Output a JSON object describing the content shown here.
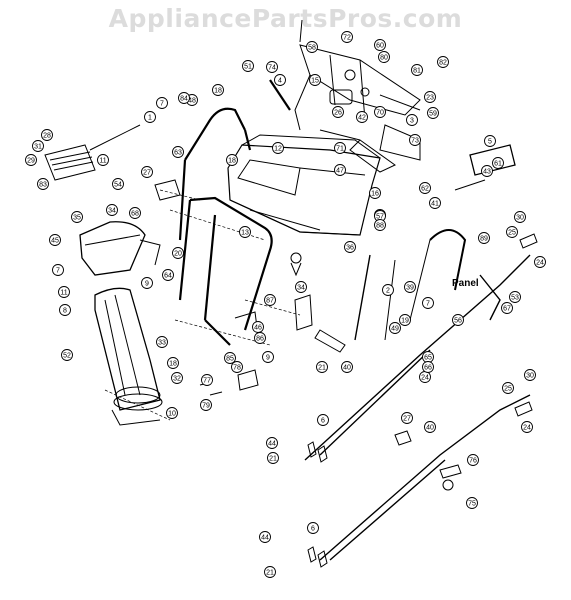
{
  "header": {
    "watermark": "AppliancePartsPros.com"
  },
  "diagram": {
    "panel_label": "Panel",
    "callouts": [
      {
        "id": "c1",
        "label": "1"
      },
      {
        "id": "c2",
        "label": "2"
      },
      {
        "id": "c3",
        "label": "3"
      },
      {
        "id": "c4",
        "label": "4"
      },
      {
        "id": "c5",
        "label": "5"
      },
      {
        "id": "c6",
        "label": "6"
      },
      {
        "id": "c6b",
        "label": "6"
      },
      {
        "id": "c7",
        "label": "7"
      },
      {
        "id": "c7b",
        "label": "7"
      },
      {
        "id": "c7c",
        "label": "7"
      },
      {
        "id": "c8",
        "label": "8"
      },
      {
        "id": "c9",
        "label": "9"
      },
      {
        "id": "c9b",
        "label": "9"
      },
      {
        "id": "c10",
        "label": "10"
      },
      {
        "id": "c11",
        "label": "11"
      },
      {
        "id": "c11b",
        "label": "11"
      },
      {
        "id": "c12",
        "label": "12"
      },
      {
        "id": "c13",
        "label": "13"
      },
      {
        "id": "c15",
        "label": "15"
      },
      {
        "id": "c16",
        "label": "16"
      },
      {
        "id": "c18",
        "label": "18"
      },
      {
        "id": "c18b",
        "label": "18"
      },
      {
        "id": "c18c",
        "label": "18"
      },
      {
        "id": "c19",
        "label": "19"
      },
      {
        "id": "c20",
        "label": "20"
      },
      {
        "id": "c21",
        "label": "21"
      },
      {
        "id": "c21b",
        "label": "21"
      },
      {
        "id": "c21c",
        "label": "21"
      },
      {
        "id": "c23",
        "label": "23"
      },
      {
        "id": "c24",
        "label": "24"
      },
      {
        "id": "c24b",
        "label": "24"
      },
      {
        "id": "c24c",
        "label": "24"
      },
      {
        "id": "c25",
        "label": "25"
      },
      {
        "id": "c25b",
        "label": "25"
      },
      {
        "id": "c26",
        "label": "26"
      },
      {
        "id": "c27",
        "label": "27"
      },
      {
        "id": "c27b",
        "label": "27"
      },
      {
        "id": "c28",
        "label": "28"
      },
      {
        "id": "c29",
        "label": "29"
      },
      {
        "id": "c30",
        "label": "30"
      },
      {
        "id": "c30b",
        "label": "30"
      },
      {
        "id": "c31",
        "label": "31"
      },
      {
        "id": "c32",
        "label": "32"
      },
      {
        "id": "c33",
        "label": "33"
      },
      {
        "id": "c34",
        "label": "34"
      },
      {
        "id": "c34b",
        "label": "34"
      },
      {
        "id": "c35",
        "label": "35"
      },
      {
        "id": "c36",
        "label": "36"
      },
      {
        "id": "c37",
        "label": "37"
      },
      {
        "id": "c39",
        "label": "39"
      },
      {
        "id": "c40",
        "label": "40"
      },
      {
        "id": "c40b",
        "label": "40"
      },
      {
        "id": "c41",
        "label": "41"
      },
      {
        "id": "c42",
        "label": "42"
      },
      {
        "id": "c43",
        "label": "43"
      },
      {
        "id": "c44",
        "label": "44"
      },
      {
        "id": "c44b",
        "label": "44"
      },
      {
        "id": "c45",
        "label": "45"
      },
      {
        "id": "c46",
        "label": "46"
      },
      {
        "id": "c47",
        "label": "47"
      },
      {
        "id": "c48",
        "label": "48"
      },
      {
        "id": "c49",
        "label": "49"
      },
      {
        "id": "c51",
        "label": "51"
      },
      {
        "id": "c52",
        "label": "52"
      },
      {
        "id": "c53",
        "label": "53"
      },
      {
        "id": "c54",
        "label": "54"
      },
      {
        "id": "c56",
        "label": "56"
      },
      {
        "id": "c57",
        "label": "57"
      },
      {
        "id": "c58",
        "label": "58"
      },
      {
        "id": "c59",
        "label": "59"
      },
      {
        "id": "c60",
        "label": "60"
      },
      {
        "id": "c61",
        "label": "61"
      },
      {
        "id": "c62",
        "label": "62"
      },
      {
        "id": "c63",
        "label": "63"
      },
      {
        "id": "c64",
        "label": "64"
      },
      {
        "id": "c65",
        "label": "65"
      },
      {
        "id": "c66",
        "label": "66"
      },
      {
        "id": "c67",
        "label": "67"
      },
      {
        "id": "c68",
        "label": "68"
      },
      {
        "id": "c70",
        "label": "70"
      },
      {
        "id": "c71",
        "label": "71"
      },
      {
        "id": "c72",
        "label": "72"
      },
      {
        "id": "c73",
        "label": "73"
      },
      {
        "id": "c74",
        "label": "74"
      },
      {
        "id": "c75",
        "label": "75"
      },
      {
        "id": "c76",
        "label": "76"
      },
      {
        "id": "c77",
        "label": "77"
      },
      {
        "id": "c78",
        "label": "78"
      },
      {
        "id": "c79",
        "label": "79"
      },
      {
        "id": "c80",
        "label": "80"
      },
      {
        "id": "c81",
        "label": "81"
      },
      {
        "id": "c82",
        "label": "82"
      },
      {
        "id": "c83",
        "label": "83"
      },
      {
        "id": "c84",
        "label": "84"
      },
      {
        "id": "c85",
        "label": "85"
      },
      {
        "id": "c86",
        "label": "86"
      },
      {
        "id": "c87",
        "label": "87"
      },
      {
        "id": "c88",
        "label": "88"
      },
      {
        "id": "c89",
        "label": "89"
      }
    ]
  }
}
